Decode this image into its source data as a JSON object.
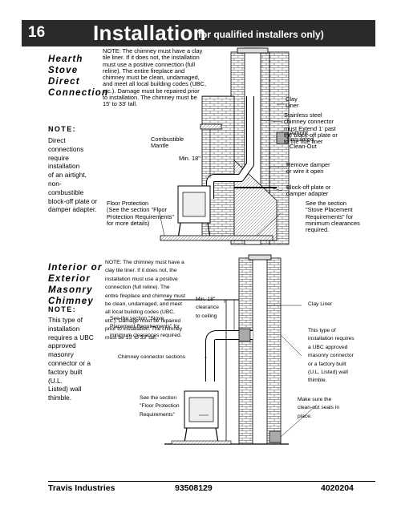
{
  "header": {
    "page_number": "16",
    "title": "Installation",
    "subtitle": "(for qualified installers only)"
  },
  "section1": {
    "heading": "Hearth\nStove\nDirect\nConnection",
    "note_heading": "NOTE:",
    "note_body": "Direct\nconnections\nrequire installation\nof an airtight, non-\ncombustible\nblock-off plate or\ndamper adapter.",
    "labels": {
      "note": "NOTE: The chimney must have a clay\ntile liner.  If it does not, the installation\nmust use a positive connection (full\nreline).  The entire fireplace and\nchimney must be clean, undamaged,\nand meet all local building codes (UBC,\netc.).  Damage must be repaired prior\nto installation.  The chimney must be\n15' to 33' tall.",
      "clay_liner": "Clay\nLiner",
      "stainless": "Stainless steel\nchimney connector\nmust Extend 1' past\nthe block-off plate or\nto the flue liner",
      "combustible_mantle": "Combustible\nMantle",
      "min18": "Min. 18\"",
      "airtight": "Airtight\nInsulated\nClean-Out",
      "remove_damper": "Remove damper\nor wire it open",
      "blockoff": "Block-off plate or\ndamper adapter",
      "floor_protection": "Floor Protection\n(See the section \"Floor\nProtection Requirements\"\nfor more details)",
      "see_section": "See the section\n\"Stove Placement\nRequirements\" for\nminimum clearances\nrequired."
    }
  },
  "section2": {
    "heading": "Interior  or\nExterior\nMasonry\nChimney",
    "note_heading": "NOTE:",
    "note_body": "This type of\ninstallation\nrequires a UBC\napproved\nmasonry\nconnector or a\nfactory built (U.L.\nListed) wall\nthimble.",
    "labels": {
      "note": "NOTE: The chimney must have a\nclay tile liner.  If it does not, the\ninstallation must use a positive\nconnection (full reline).  The\nentire fireplace and chimney must\nbe clean, undamaged, and meet\nall local building codes (UBC,\netc.).  Damage must be repaired\nprior to installation.  The chimney\nmust be 15' to 33' tall.",
      "min18": "Min. 18\"\nclearance\nto ceiling",
      "clay_liner": "Clay Liner",
      "see_stove": "See the section \"Stove\nPlacement Requirements\" for\nminimum clearances required.",
      "type_install": "This type of\ninstallation requires\na UBC approved\nmasonry connector\nor a factory built\n(U.L. Listed) wall\nthimble.",
      "connector_sections": "Chimney connector sections",
      "see_floor": "See the section\n\"Floor Protection\nRequirements\"",
      "clean_out": "Make sure the\nclean-out seals in\nplace."
    }
  },
  "footer": {
    "company": "Travis Industries",
    "part_number": "93508129",
    "date_code": "4020204"
  }
}
